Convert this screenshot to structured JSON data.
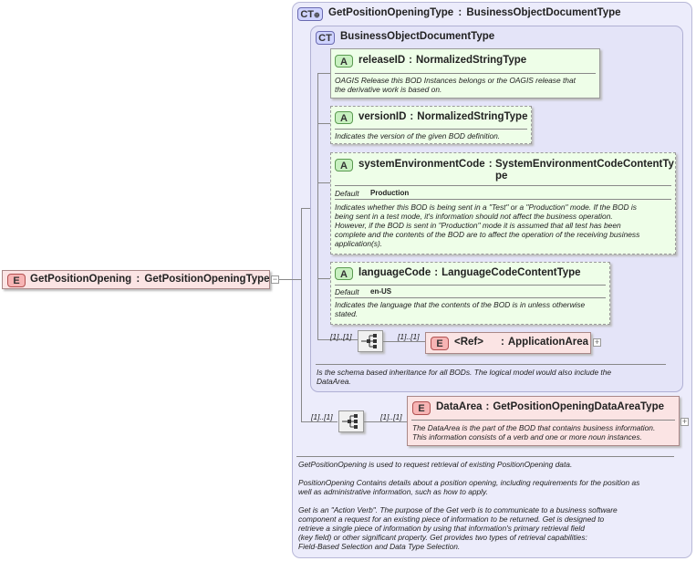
{
  "root_element": {
    "badge": "E",
    "name": "GetPositionOpening",
    "type": "GetPositionOpeningType"
  },
  "outer_type": {
    "badge": "CT",
    "name": "GetPositionOpeningType",
    "base": "BusinessObjectDocumentType",
    "doc": [
      "GetPositionOpening is used to request retrieval of existing PositionOpening data.",
      "",
      "PositionOpening  Contains details about a position opening, including requirements for the position as",
      "well as administrative information, such as how to apply.",
      "",
      "Get is an \"Action Verb\". The purpose of the Get verb is to communicate to a business software",
      "component a request for an existing piece of information to be returned. Get is designed to",
      "retrieve a single piece of information by using that information's primary retrieval field",
      "(key field) or other significant property. Get provides two types of retrieval capabilities:",
      "Field-Based Selection and Data Type Selection."
    ]
  },
  "inner_type": {
    "badge": "CT",
    "name": "BusinessObjectDocumentType",
    "doc": [
      "Is the schema based inheritance for all BODs. The logical model would also include the",
      "DataArea."
    ]
  },
  "attributes": [
    {
      "badge": "A",
      "name": "releaseID",
      "type": "NormalizedStringType",
      "doc": [
        "OAGIS Release this BOD Instances belongs or the OAGIS release that",
        "the derivative work is based on."
      ]
    },
    {
      "badge": "A",
      "name": "versionID",
      "type": "NormalizedStringType",
      "doc": [
        "Indicates the version of the given BOD definition."
      ]
    },
    {
      "badge": "A",
      "name": "systemEnvironmentCode",
      "type_line1": "SystemEnvironmentCodeContentTy",
      "type_line2": "pe",
      "default_label": "Default",
      "default_value": "Production",
      "doc": [
        "Indicates whether this BOD is being sent in a \"Test\" or a \"Production\" mode. If the BOD is",
        "being sent in a test mode, it's information should not affect the business operation.",
        "However, if the BOD is sent in \"Production\" mode it is assumed that all test has been",
        "complete and the contents of the BOD are to affect the operation of the receiving business",
        "application(s)."
      ]
    },
    {
      "badge": "A",
      "name": "languageCode",
      "type": "LanguageCodeContentType",
      "default_label": "Default",
      "default_value": "en-US",
      "doc": [
        "Indicates the language that the contents of the BOD is in unless otherwise",
        "stated."
      ]
    }
  ],
  "ref_element": {
    "badge": "E",
    "ref": "<Ref>",
    "name": "ApplicationArea",
    "mult_seq": "[1]..[1]",
    "mult_elem": "[1]..[1]"
  },
  "data_area": {
    "badge": "E",
    "name": "DataArea",
    "type": "GetPositionOpeningDataAreaType",
    "mult_seq": "[1]..[1]",
    "mult_elem": "[1]..[1]",
    "doc": [
      "The DataArea is the part of the BOD that contains business information.",
      "This information consists of a verb and one or more noun instances."
    ]
  },
  "separator": ":",
  "icons": {
    "sequence": "sequence-icon",
    "expand": "expand-plus-icon",
    "collapse": "collapse-minus-icon",
    "ct_extension": "extension-arrow-icon"
  }
}
